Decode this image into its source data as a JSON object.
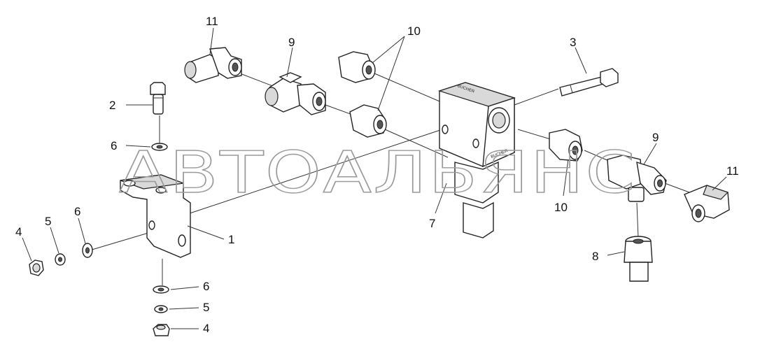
{
  "watermark": "АВТОАЛЬЯНС",
  "callouts": {
    "c1": "1",
    "c2": "2",
    "c3": "3",
    "c4a": "4",
    "c4b": "4",
    "c5a": "5",
    "c5b": "5",
    "c6a": "6",
    "c6b": "6",
    "c6c": "6",
    "c7": "7",
    "c8": "8",
    "c9a": "9",
    "c9b": "9",
    "c10a": "10",
    "c10b": "10",
    "c11a": "11",
    "c11b": "11"
  },
  "valve": {
    "brand_top": "BUCHER",
    "brand_side": "BUCHER"
  }
}
